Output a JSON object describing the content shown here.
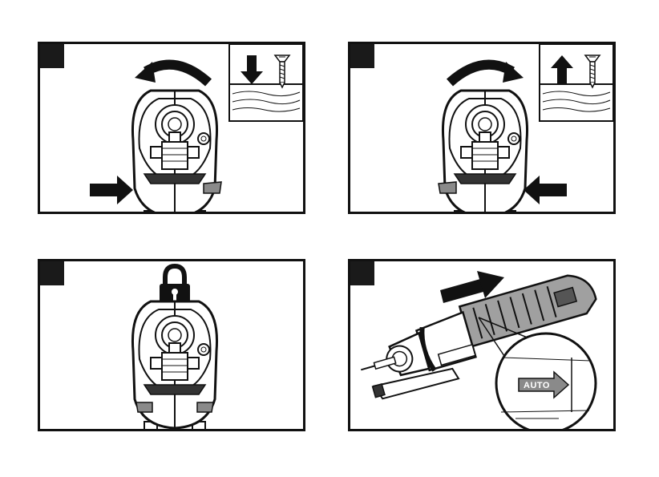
{
  "colors": {
    "outline": "#111111",
    "fill_gray": "#9a9a9a",
    "dark": "#1a1a1a",
    "light_gray": "#cfcfcf"
  },
  "panels": [
    {
      "id": "panel-1",
      "icons": [
        "rotate-counterclockwise-arrow-icon",
        "push-right-arrow-icon",
        "down-arrow-icon",
        "screw-icon",
        "wood-surface-icon"
      ]
    },
    {
      "id": "panel-2",
      "icons": [
        "rotate-clockwise-arrow-icon",
        "push-left-arrow-icon",
        "up-arrow-icon",
        "screw-icon",
        "wood-surface-icon"
      ]
    },
    {
      "id": "panel-3",
      "icons": [
        "padlock-icon"
      ]
    },
    {
      "id": "panel-4",
      "icons": [
        "push-arrow-icon",
        "magnifier-callout"
      ]
    }
  ],
  "callout": {
    "auto_label": "AUTO"
  }
}
